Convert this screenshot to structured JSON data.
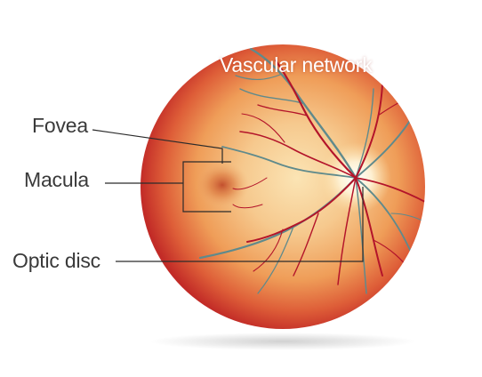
{
  "labels": {
    "vascular": "Vascular network",
    "fovea": "Fovea",
    "macula": "Macula",
    "optic_disc": "Optic disc"
  },
  "colors": {
    "retina_center": "#f7d39a",
    "retina_mid": "#ef9a52",
    "retina_edge": "#c8312a",
    "artery": "#b3142a",
    "vein": "#5f8a8c",
    "leader_line": "#2b2b2b",
    "label_text": "#3a3a3a",
    "optic_disc": "#fffbe8"
  }
}
